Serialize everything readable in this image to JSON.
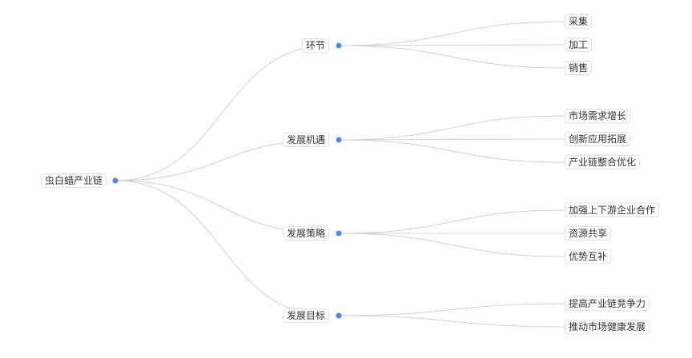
{
  "mindmap": {
    "root": {
      "label": "虫白蜡产业链"
    },
    "branches": [
      {
        "label": "环节",
        "children": [
          "采集",
          "加工",
          "销售"
        ]
      },
      {
        "label": "发展机遇",
        "children": [
          "市场需求增长",
          "创新应用拓展",
          "产业链整合优化"
        ]
      },
      {
        "label": "发展策略",
        "children": [
          "加强上下游企业合作",
          "资源共享",
          "优势互补"
        ]
      },
      {
        "label": "发展目标",
        "children": [
          "提高产业链竞争力",
          "推动市场健康发展"
        ]
      }
    ],
    "colors": {
      "dot": "#4a8be8",
      "edge": "#d0d0d0",
      "label_border": "#e2e2e2",
      "text": "#333333"
    }
  }
}
